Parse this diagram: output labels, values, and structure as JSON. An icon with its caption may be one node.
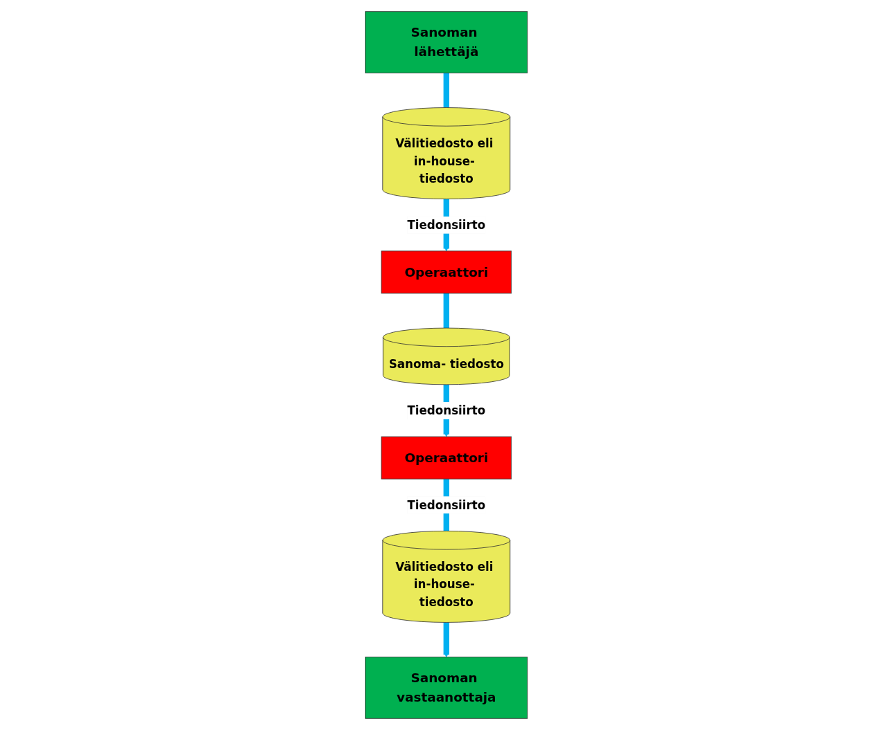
{
  "diagram": {
    "nodes": [
      {
        "text": [
          "Sanoman lähettäjä"
        ]
      },
      {
        "text": [
          "Välitiedosto eli in-house- tiedosto"
        ]
      },
      {
        "text": [
          "Operaattori"
        ]
      },
      {
        "text": [
          "Sanoma- tiedosto"
        ]
      },
      {
        "text": [
          "Operaattori"
        ]
      },
      {
        "text": [
          "Välitiedosto eli in-house- tiedosto"
        ]
      },
      {
        "text": [
          "Sanoman vastaanottaja"
        ]
      }
    ],
    "edges": [
      {
        "from": 0,
        "to": 1,
        "arrow": "none"
      },
      {
        "from": 1,
        "to": 2,
        "arrow": "to",
        "label": "Tiedonsiirto"
      },
      {
        "from": 2,
        "to": 3,
        "arrow": "none"
      },
      {
        "from": 3,
        "to": 4,
        "arrow": "to",
        "label": "Tiedonsiirto"
      },
      {
        "from": 4,
        "to": 5,
        "arrow": "none",
        "label": "Tiedonsiirto"
      },
      {
        "from": 5,
        "to": 6,
        "arrow": "to"
      }
    ]
  }
}
